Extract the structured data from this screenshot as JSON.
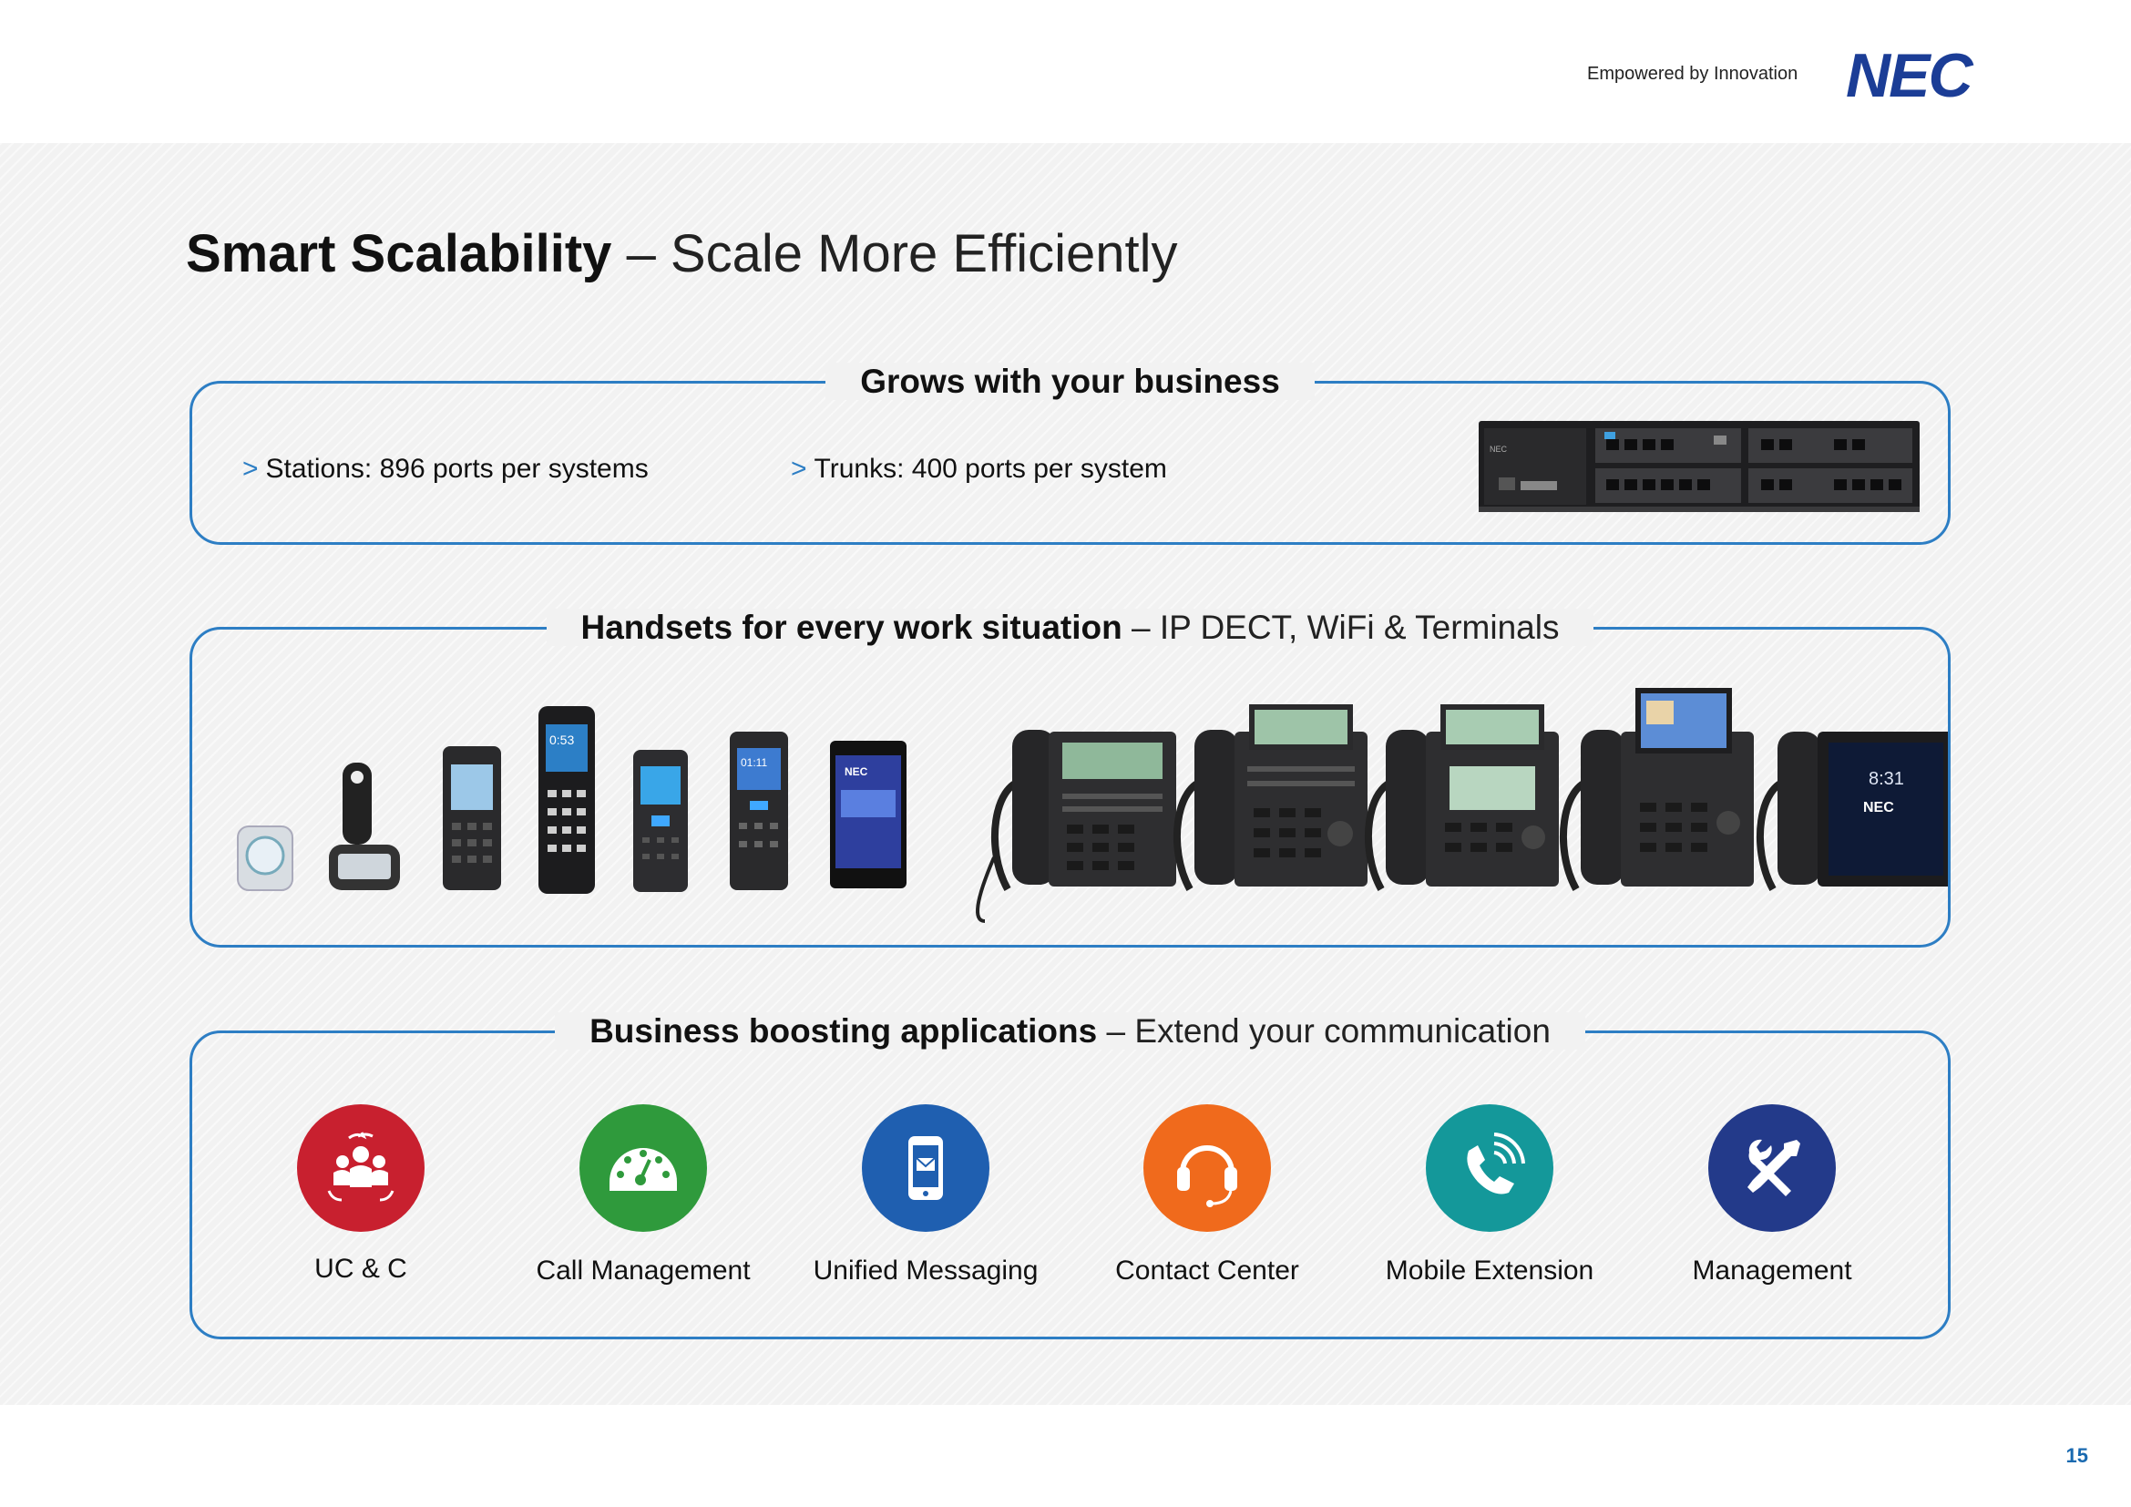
{
  "header": {
    "tagline": "Empowered by Innovation",
    "logo_text": "NEC"
  },
  "title": {
    "bold": "Smart Scalability",
    "rest": "– Scale More Efficiently"
  },
  "panels": {
    "grows": {
      "title": "Grows with your business",
      "bullets": [
        "Stations: 896 ports per systems",
        "Trunks: 400 ports per system"
      ],
      "device_icon": "rack-server-unit"
    },
    "handsets": {
      "title_bold": "Handsets for every work situation",
      "title_rest": "– IP DECT, WiFi & Terminals",
      "phones": [
        {
          "name": "dect-pendant",
          "screen_text": ""
        },
        {
          "name": "belt-clip-pager",
          "screen_text": ""
        },
        {
          "name": "dect-handset-1",
          "screen_text": ""
        },
        {
          "name": "dect-handset-2",
          "screen_text": "0:53"
        },
        {
          "name": "dect-handset-3",
          "screen_text": ""
        },
        {
          "name": "dect-handset-4",
          "screen_text": "01:11"
        },
        {
          "name": "smartphone-handset",
          "screen_text": "NEC"
        },
        {
          "name": "desk-phone-1",
          "screen_text": ""
        },
        {
          "name": "desk-phone-2",
          "screen_text": ""
        },
        {
          "name": "desk-phone-3",
          "screen_text": ""
        },
        {
          "name": "desk-phone-4",
          "screen_text": ""
        },
        {
          "name": "touch-desk-phone",
          "screen_text": "8:31"
        }
      ]
    },
    "apps": {
      "title_bold": "Business boosting applications",
      "title_rest": "– Extend your communication",
      "items": [
        {
          "label": "UC & C",
          "icon": "people-cycle-icon",
          "color": "#c8202f"
        },
        {
          "label": "Call Management",
          "icon": "dashboard-gauge-icon",
          "color": "#2f9a3c"
        },
        {
          "label": "Unified Messaging",
          "icon": "mobile-message-icon",
          "color": "#1f5fb0"
        },
        {
          "label": "Contact Center",
          "icon": "headset-icon",
          "color": "#f06a1c"
        },
        {
          "label": "Mobile Extension",
          "icon": "phone-signal-icon",
          "color": "#14989a"
        },
        {
          "label": "Management",
          "icon": "tools-icon",
          "color": "#233a8a"
        }
      ]
    }
  },
  "footer": {
    "page_number": "15"
  },
  "colors": {
    "accent": "#2d7ec4",
    "logo": "#1b3d96"
  }
}
